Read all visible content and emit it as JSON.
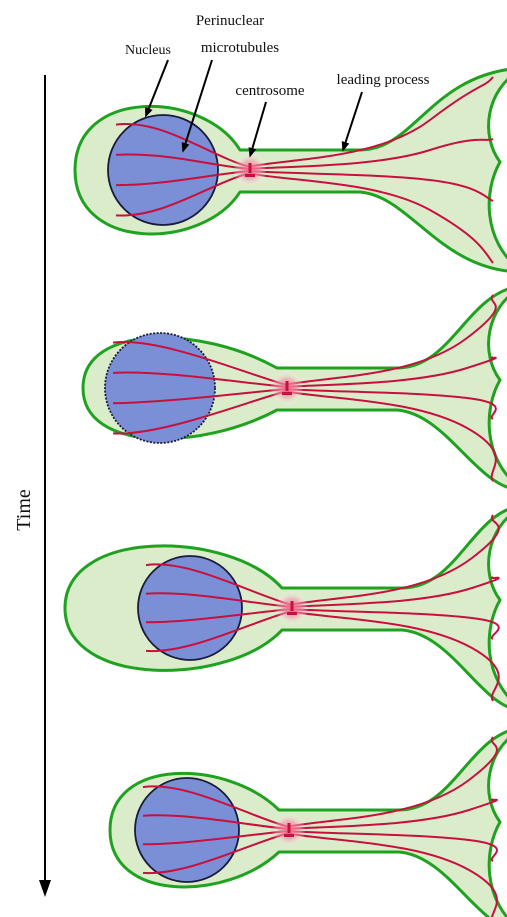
{
  "labels": {
    "perinuclear_line1": "Perinuclear",
    "perinuclear_line2": "microtubules",
    "nucleus": "Nucleus",
    "centrosome": "centrosome",
    "leading_process": "leading process",
    "time": "Time"
  },
  "stages": [
    {
      "stage": 1,
      "annotated": true
    },
    {
      "stage": 2,
      "annotated": false
    },
    {
      "stage": 3,
      "annotated": false
    },
    {
      "stage": 4,
      "annotated": false
    }
  ],
  "colors": {
    "cell_fill": "#dbeccb",
    "cell_outline": "#1fa21f",
    "nucleus_fill": "#7b8fd6",
    "nucleus_outline": "#1a1a3a",
    "microtubule": "#c8103e",
    "centrosome_glow": "#f26a8c",
    "centrosome_mark": "#c8103e",
    "arrow": "#000000"
  }
}
